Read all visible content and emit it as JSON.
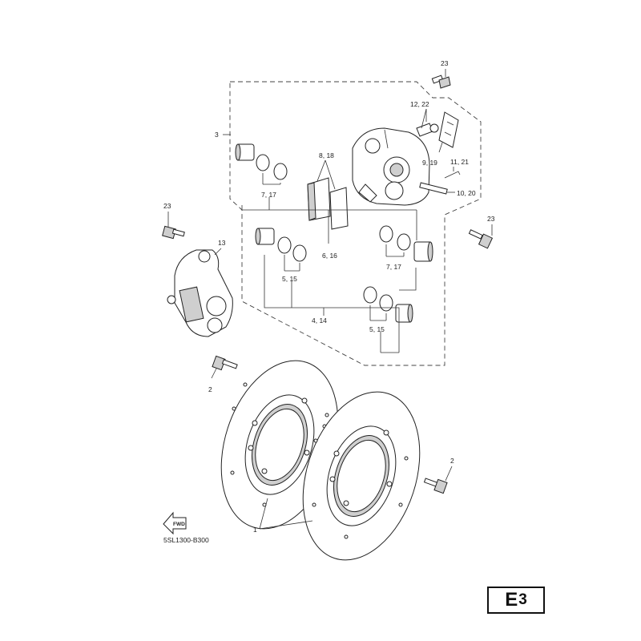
{
  "diagram_code": "5SL1300-B300",
  "page": {
    "letter": "E",
    "number": "3"
  },
  "fwd_label": "FWD",
  "callouts": {
    "c23_top": "23",
    "c12_22": "12, 22",
    "c3": "3",
    "c8_18": "8, 18",
    "c9_19": "9, 19",
    "c11_21": "11, 21",
    "c10_20": "10, 20",
    "c7_17_left": "7, 17",
    "c23_left": "23",
    "c23_right": "23",
    "c13": "13",
    "c6_16": "6, 16",
    "c7_17_right": "7, 17",
    "c5_15_left": "5, 15",
    "c4_14": "4, 14",
    "c5_15_right": "5, 15",
    "c2_left": "2",
    "c2_right": "2",
    "c1": "1"
  }
}
